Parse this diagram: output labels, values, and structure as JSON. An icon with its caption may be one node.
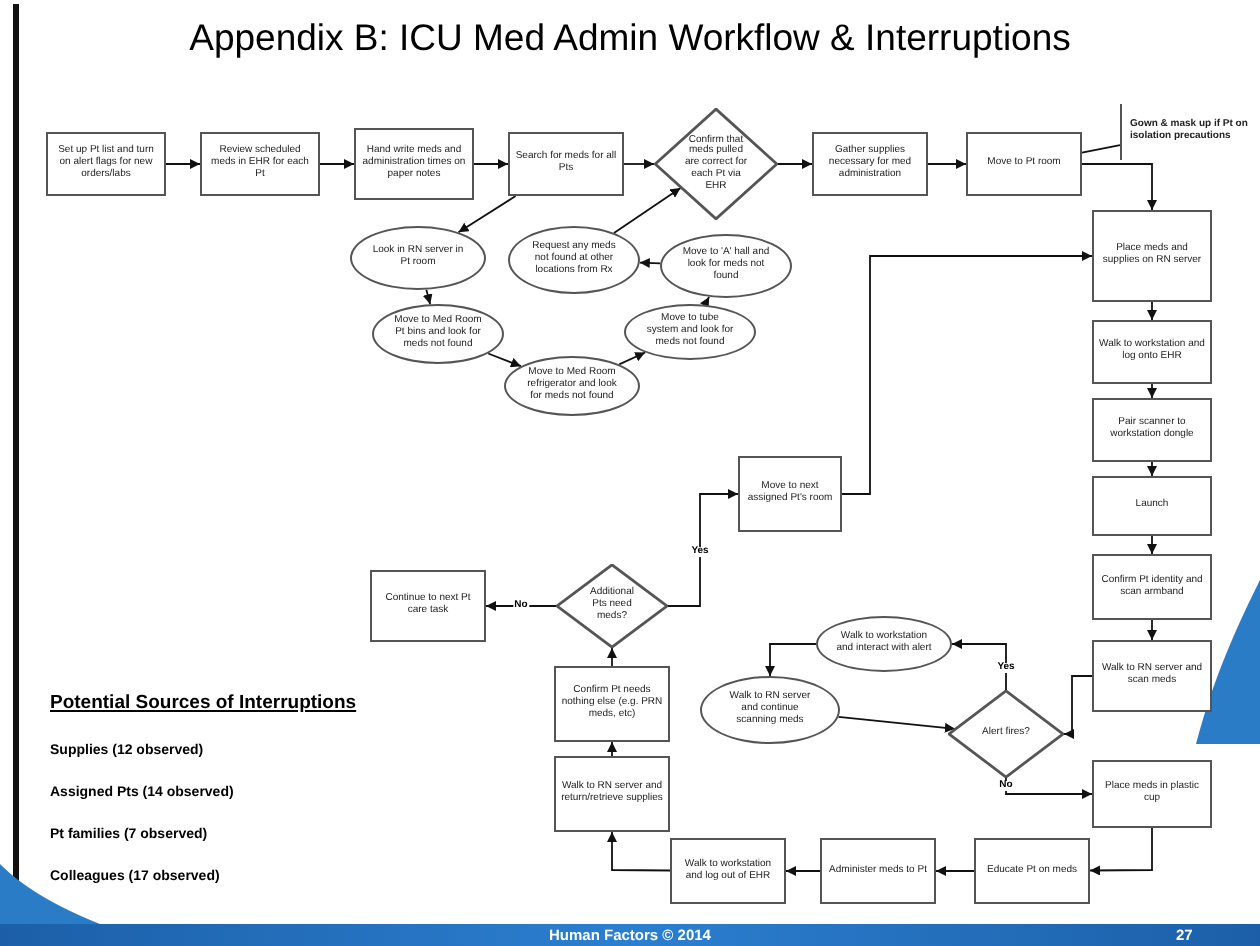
{
  "diagram": {
    "title": "Appendix B: ICU Med Admin Workflow & Interruptions",
    "nodes": [
      {
        "text": [
          "Set up Pt list and turn on alert flags for new orders/labs"
        ]
      },
      {
        "text": [
          "Review scheduled meds in EHR for each Pt"
        ]
      },
      {
        "text": [
          "Hand write meds and administration times on paper notes"
        ]
      },
      {
        "text": [
          "Search for meds for all Pts"
        ]
      },
      {
        "text": [
          "Confirm that meds pulled are correct for each Pt via EHR"
        ]
      },
      {
        "text": [
          "Gather supplies necessary for med administration"
        ]
      },
      {
        "text": [
          "Move to Pt room"
        ]
      },
      {
        "text": [
          "Gown & mask up if Pt on isolation precautions"
        ]
      },
      {
        "text": [
          "Place meds and supplies on RN server"
        ]
      },
      {
        "text": [
          "Walk to workstation and log onto EHR"
        ]
      },
      {
        "text": [
          "Pair scanner to workstation dongle"
        ]
      },
      {
        "text": [
          "Launch"
        ]
      },
      {
        "text": [
          "Confirm Pt identity and scan armband"
        ]
      },
      {
        "text": [
          "Walk to RN server and scan meds"
        ]
      },
      {
        "text": [
          "Alert fires?"
        ]
      },
      {
        "text": [
          "Place meds in plastic cup"
        ]
      },
      {
        "text": [
          "Educate Pt on meds"
        ]
      },
      {
        "text": [
          "Administer meds to Pt"
        ]
      },
      {
        "text": [
          "Walk to workstation and log out of EHR"
        ]
      },
      {
        "text": [
          "Walk to RN server and return/retrieve supplies"
        ]
      },
      {
        "text": [
          "Confirm Pt needs nothing else (e.g. PRN meds, etc)"
        ]
      },
      {
        "text": [
          "Additional Pts need meds?"
        ]
      },
      {
        "text": [
          "Continue to next Pt care task"
        ]
      },
      {
        "text": [
          "Move to next assigned Pt's room"
        ]
      },
      {
        "text": [
          "Walk to workstation and interact with alert"
        ]
      },
      {
        "text": [
          "Walk to RN server and continue scanning meds"
        ]
      },
      {
        "text": [
          "Look in RN server in Pt room"
        ]
      },
      {
        "text": [
          "Request any meds not found at other locations from Rx"
        ]
      },
      {
        "text": [
          "Move to 'A' hall and look for meds not found"
        ]
      },
      {
        "text": [
          "Move to Med Room Pt bins and look for meds not found"
        ]
      },
      {
        "text": [
          "Move to tube system and look for meds not found"
        ]
      },
      {
        "text": [
          "Move to Med Room refrigerator and look for meds not found"
        ]
      }
    ],
    "edges": [
      {
        "from": 0,
        "to": 1,
        "arrow": "to"
      },
      {
        "from": 1,
        "to": 2,
        "arrow": "to"
      },
      {
        "from": 2,
        "to": 3,
        "arrow": "to"
      },
      {
        "from": 3,
        "to": 4,
        "arrow": "to"
      },
      {
        "from": 3,
        "to": 26,
        "arrow": "to"
      },
      {
        "from": 26,
        "to": 29,
        "arrow": "to"
      },
      {
        "from": 29,
        "to": 31,
        "arrow": "to"
      },
      {
        "from": 31,
        "to": 30,
        "arrow": "to"
      },
      {
        "from": 30,
        "to": 28,
        "arrow": "to"
      },
      {
        "from": 28,
        "to": 27,
        "arrow": "to"
      },
      {
        "from": 27,
        "to": 4,
        "arrow": "to"
      },
      {
        "from": 4,
        "to": 5,
        "arrow": "to"
      },
      {
        "from": 5,
        "to": 6,
        "arrow": "to"
      },
      {
        "from": 7,
        "to": 6,
        "arrow": "none"
      },
      {
        "from": 6,
        "to": 8,
        "arrow": "to"
      },
      {
        "from": 8,
        "to": 9,
        "arrow": "to"
      },
      {
        "from": 9,
        "to": 10,
        "arrow": "to"
      },
      {
        "from": 10,
        "to": 11,
        "arrow": "to"
      },
      {
        "from": 11,
        "to": 12,
        "arrow": "to"
      },
      {
        "from": 12,
        "to": 13,
        "arrow": "to"
      },
      {
        "from": 13,
        "to": 14,
        "arrow": "to"
      },
      {
        "from": 14,
        "to": 24,
        "arrow": "to",
        "label": "Yes"
      },
      {
        "from": 24,
        "to": 25,
        "arrow": "to"
      },
      {
        "from": 25,
        "to": 14,
        "arrow": "to"
      },
      {
        "from": 14,
        "to": 15,
        "arrow": "to",
        "label": "No"
      },
      {
        "from": 15,
        "to": 16,
        "arrow": "to"
      },
      {
        "from": 16,
        "to": 17,
        "arrow": "to"
      },
      {
        "from": 17,
        "to": 18,
        "arrow": "to"
      },
      {
        "from": 18,
        "to": 19,
        "arrow": "to"
      },
      {
        "from": 19,
        "to": 20,
        "arrow": "to"
      },
      {
        "from": 20,
        "to": 21,
        "arrow": "to"
      },
      {
        "from": 21,
        "to": 22,
        "arrow": "to",
        "label": "No"
      },
      {
        "from": 21,
        "to": 23,
        "arrow": "to",
        "label": "Yes"
      },
      {
        "from": 23,
        "to": 8,
        "arrow": "to"
      }
    ],
    "labels": [
      "Potential Sources of Interruptions",
      "Supplies (12 observed)",
      "Assigned Pts (14 observed)",
      "Pt families (7 observed)",
      "Colleagues (17 observed)",
      "Human Factors © 2014",
      "27"
    ]
  }
}
